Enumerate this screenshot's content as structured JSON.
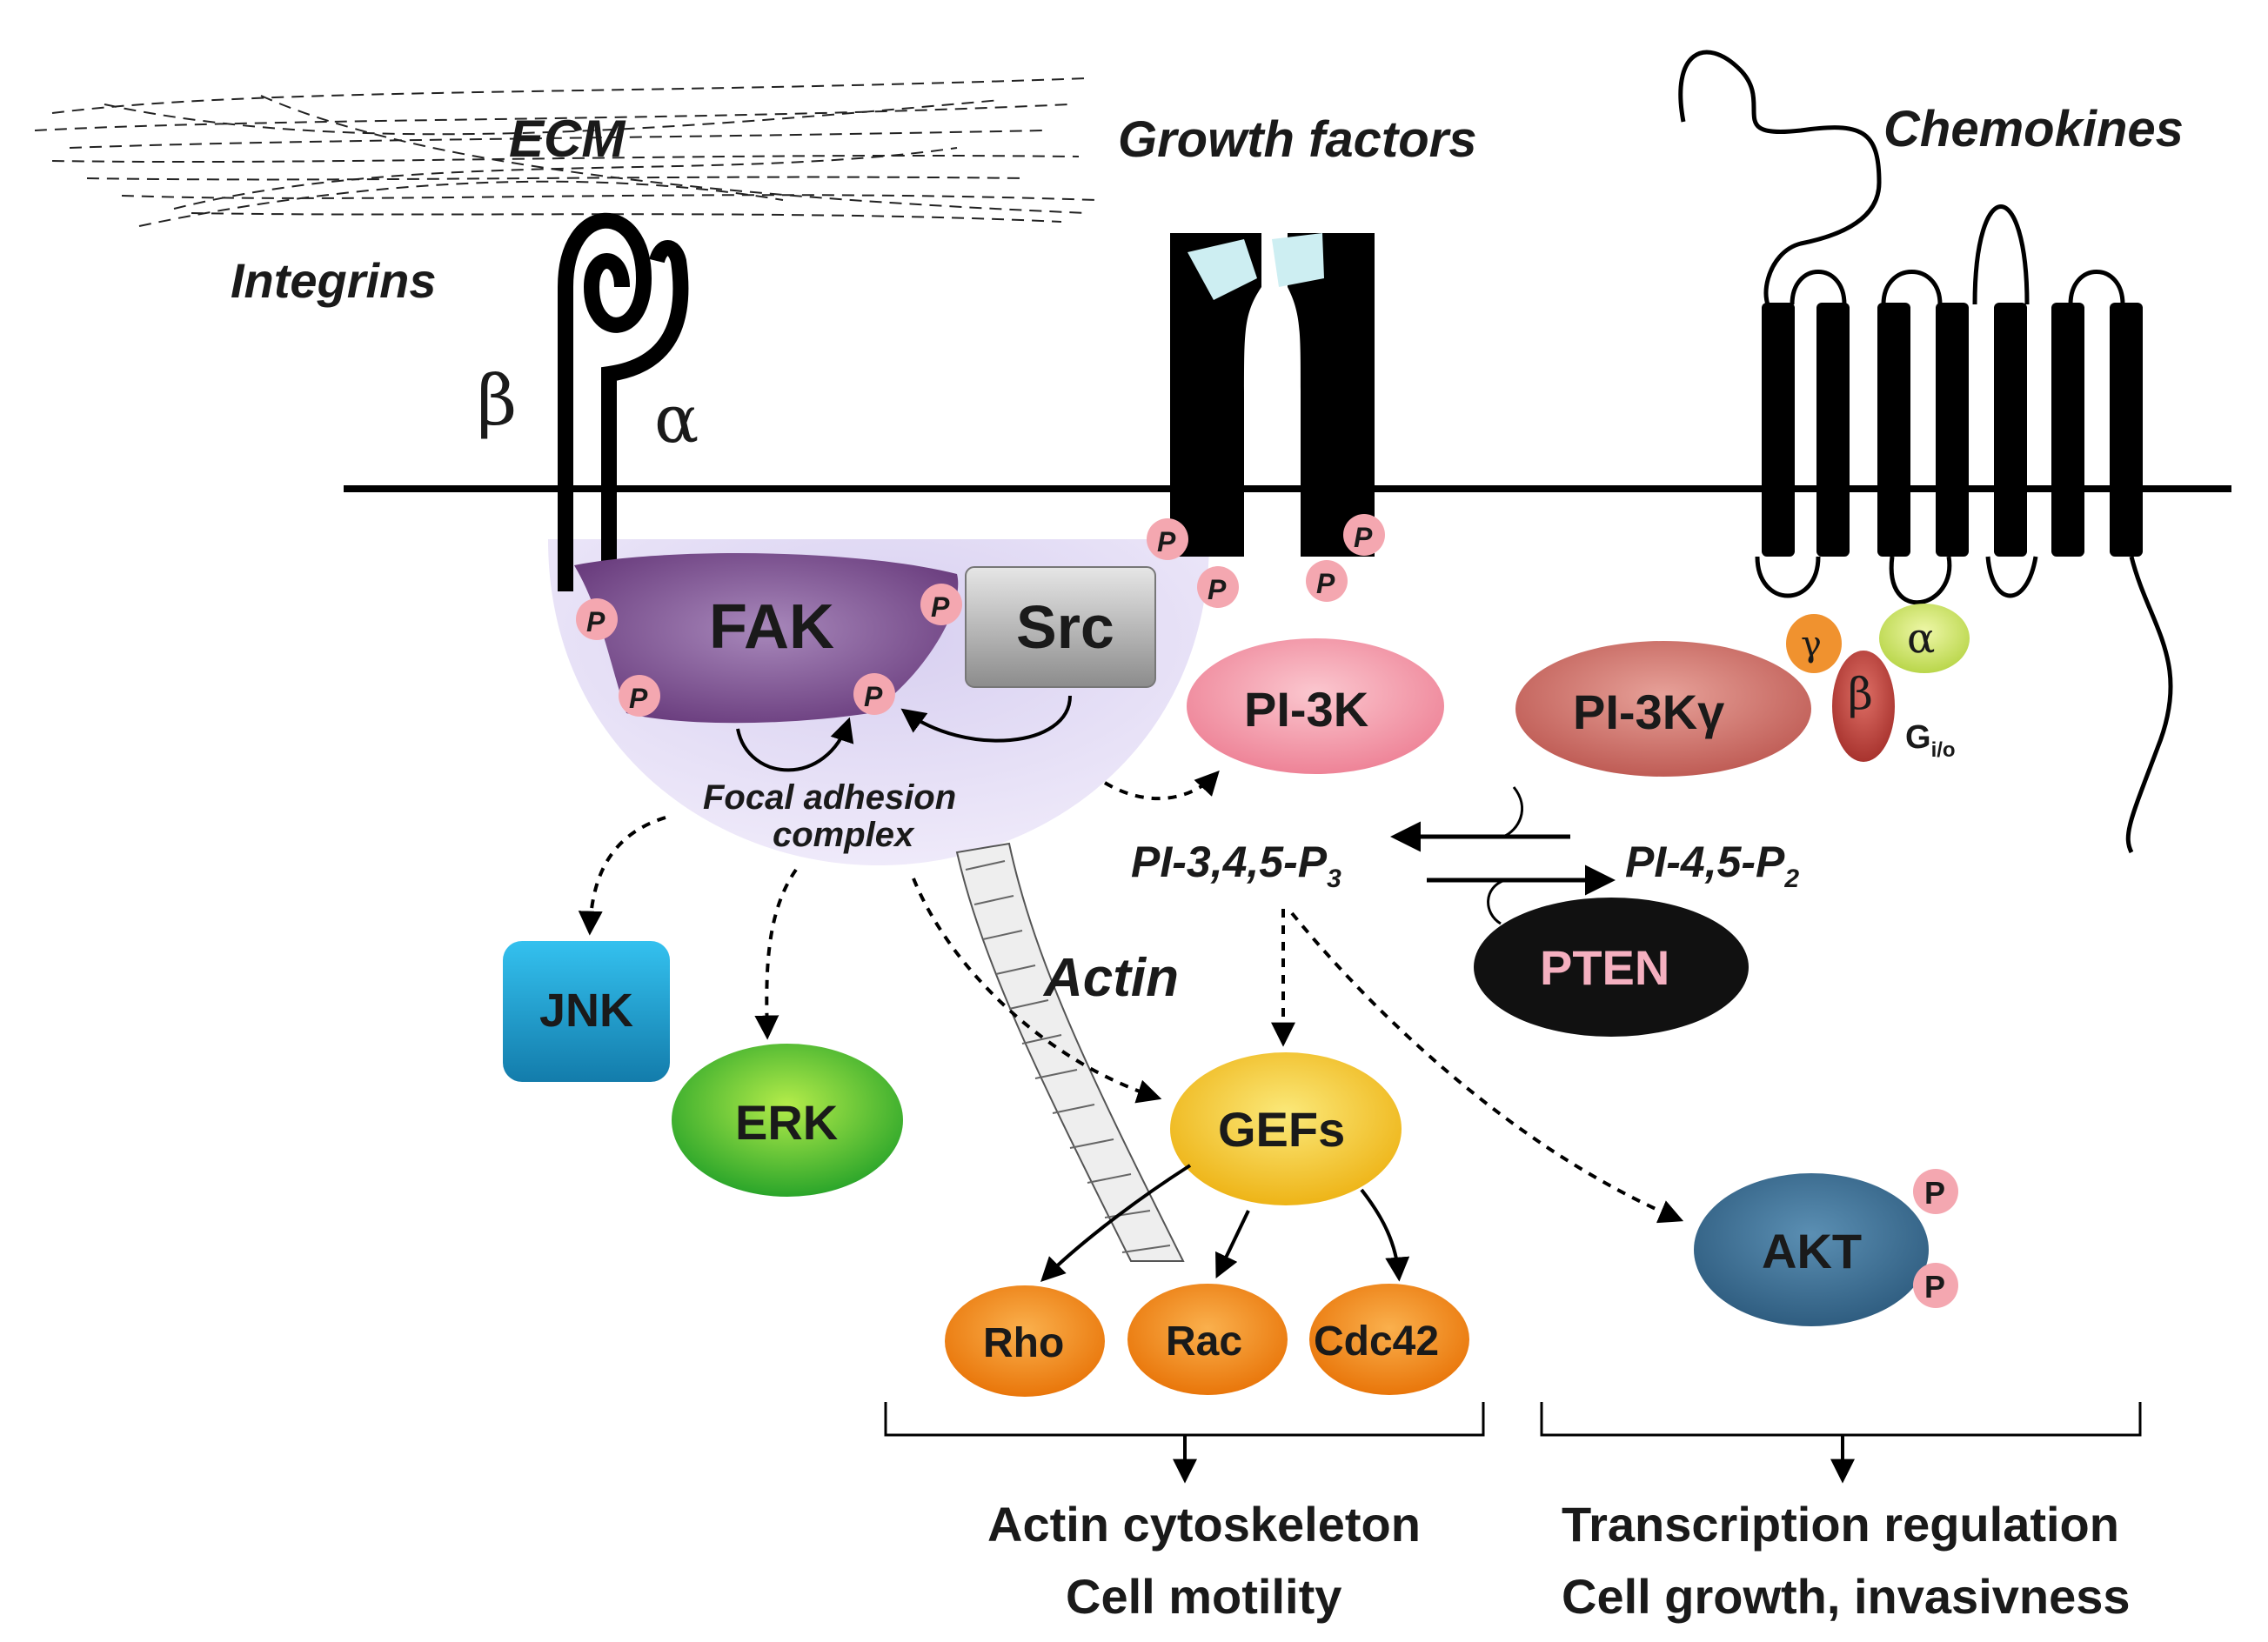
{
  "labels": {
    "ecm": "ECM",
    "integrins": "Integrins",
    "beta": "β",
    "alpha": "α",
    "growth_factors": "Growth factors",
    "chemokines": "Chemokines",
    "fak": "FAK",
    "src": "Src",
    "focal_adhesion_1": "Focal adhesion",
    "focal_adhesion_2": "complex",
    "pi3k": "PI-3K",
    "pi3k_gamma": "PI-3Kγ",
    "g_gamma": "γ",
    "g_beta": "β",
    "g_alpha": "α",
    "g_io": "G",
    "g_io_sub": "i/o",
    "pip3": "PI-3,4,5-P",
    "pip3_sub": "3",
    "pip2": "PI-4,5-P",
    "pip2_sub": "2",
    "pten": "PTEN",
    "jnk": "JNK",
    "erk": "ERK",
    "actin": "Actin",
    "gefs": "GEFs",
    "rho": "Rho",
    "rac": "Rac",
    "cdc42": "Cdc42",
    "akt": "AKT",
    "phospho": "P",
    "outcome_left_1": "Actin cytoskeleton",
    "outcome_left_2": "Cell motility",
    "outcome_right_1": "Transcription regulation",
    "outcome_right_2": "Cell growth, invasivness"
  },
  "colors": {
    "membrane": "#000000",
    "fak": "#7b4b8e",
    "focal_complex": "#e6e0f5",
    "src": "#a9a9a9",
    "phospho": "#f4a7b0",
    "pi3k": "#f28b9b",
    "pi3k_gamma": "#c96a63",
    "pten": "#111111",
    "pten_text": "#f5b0c0",
    "jnk": "#1fa3d6",
    "erk": "#3fbf2f",
    "gefs": "#f2c51f",
    "small_gtpase": "#f0850f",
    "akt": "#3e6f93",
    "g_gamma": "#f0922f",
    "g_beta": "#c2453e",
    "g_alpha": "#cfe86a",
    "gf_ligand": "#cdeef2"
  }
}
